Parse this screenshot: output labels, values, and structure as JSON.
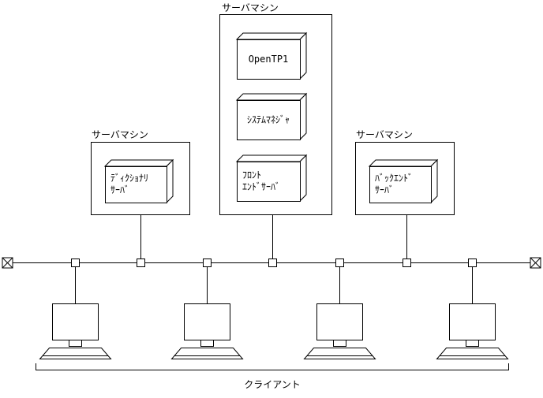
{
  "groups": {
    "center": {
      "label": "サーバマシン",
      "components": [
        "OpenTP1",
        "ｼｽﾃﾑﾏﾈｼﾞｬ",
        "ﾌﾛﾝﾄ\nｴﾝﾄﾞｻｰﾊﾞ"
      ]
    },
    "left": {
      "label": "サーバマシン",
      "components": [
        "ﾃﾞｨｸｼｮﾅﾘ\nｻｰﾊﾞ"
      ]
    },
    "right": {
      "label": "サーバマシン",
      "components": [
        "ﾊﾞｯｸｴﾝﾄﾞ\nｻｰﾊﾞ"
      ]
    }
  },
  "client_label": "クライアント",
  "colors": {
    "line": "#000000",
    "background": "#ffffff",
    "box_fill": "#ffffff"
  }
}
